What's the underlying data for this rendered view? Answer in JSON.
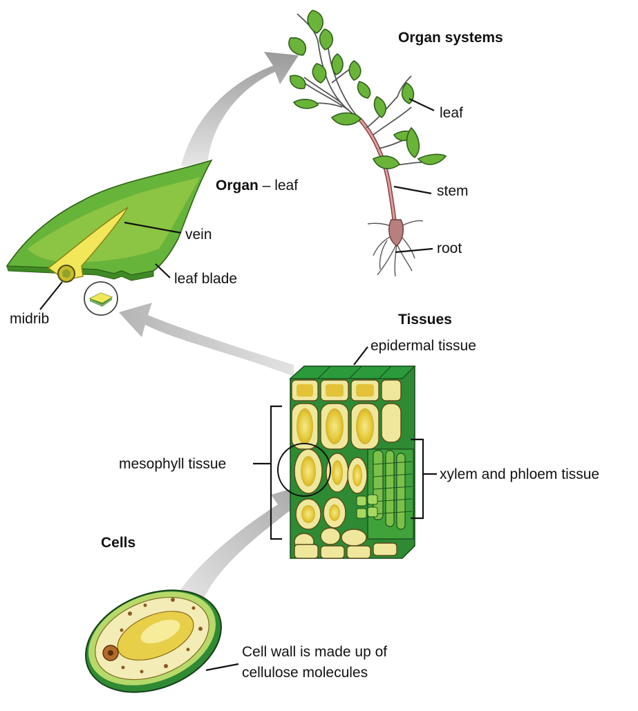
{
  "stages": {
    "organ_systems": {
      "title": "Organ systems"
    },
    "organ": {
      "title_bold": "Organ",
      "title_rest": " – leaf"
    },
    "tissues": {
      "title": "Tissues"
    },
    "cells": {
      "title": "Cells"
    }
  },
  "labels": {
    "leaf": "leaf",
    "stem": "stem",
    "root": "root",
    "vein": "vein",
    "leaf_blade": "leaf blade",
    "midrib": "midrib",
    "epidermal_tissue": "epidermal tissue",
    "mesophyll_tissue": "mesophyll tissue",
    "xylem_phloem_tissue": "xylem and phloem tissue",
    "cell_wall_line1": "Cell wall is made up of",
    "cell_wall_line2": "cellulose molecules"
  },
  "colors": {
    "leaf_green": "#5fae2e",
    "light_green": "#a9d04a",
    "dark_green": "#1f7a2a",
    "yellow": "#f2e75a",
    "cell_fill": "#efe79c",
    "arrow_gray": "#c9c9c9",
    "stem_pink": "#c98a88"
  }
}
